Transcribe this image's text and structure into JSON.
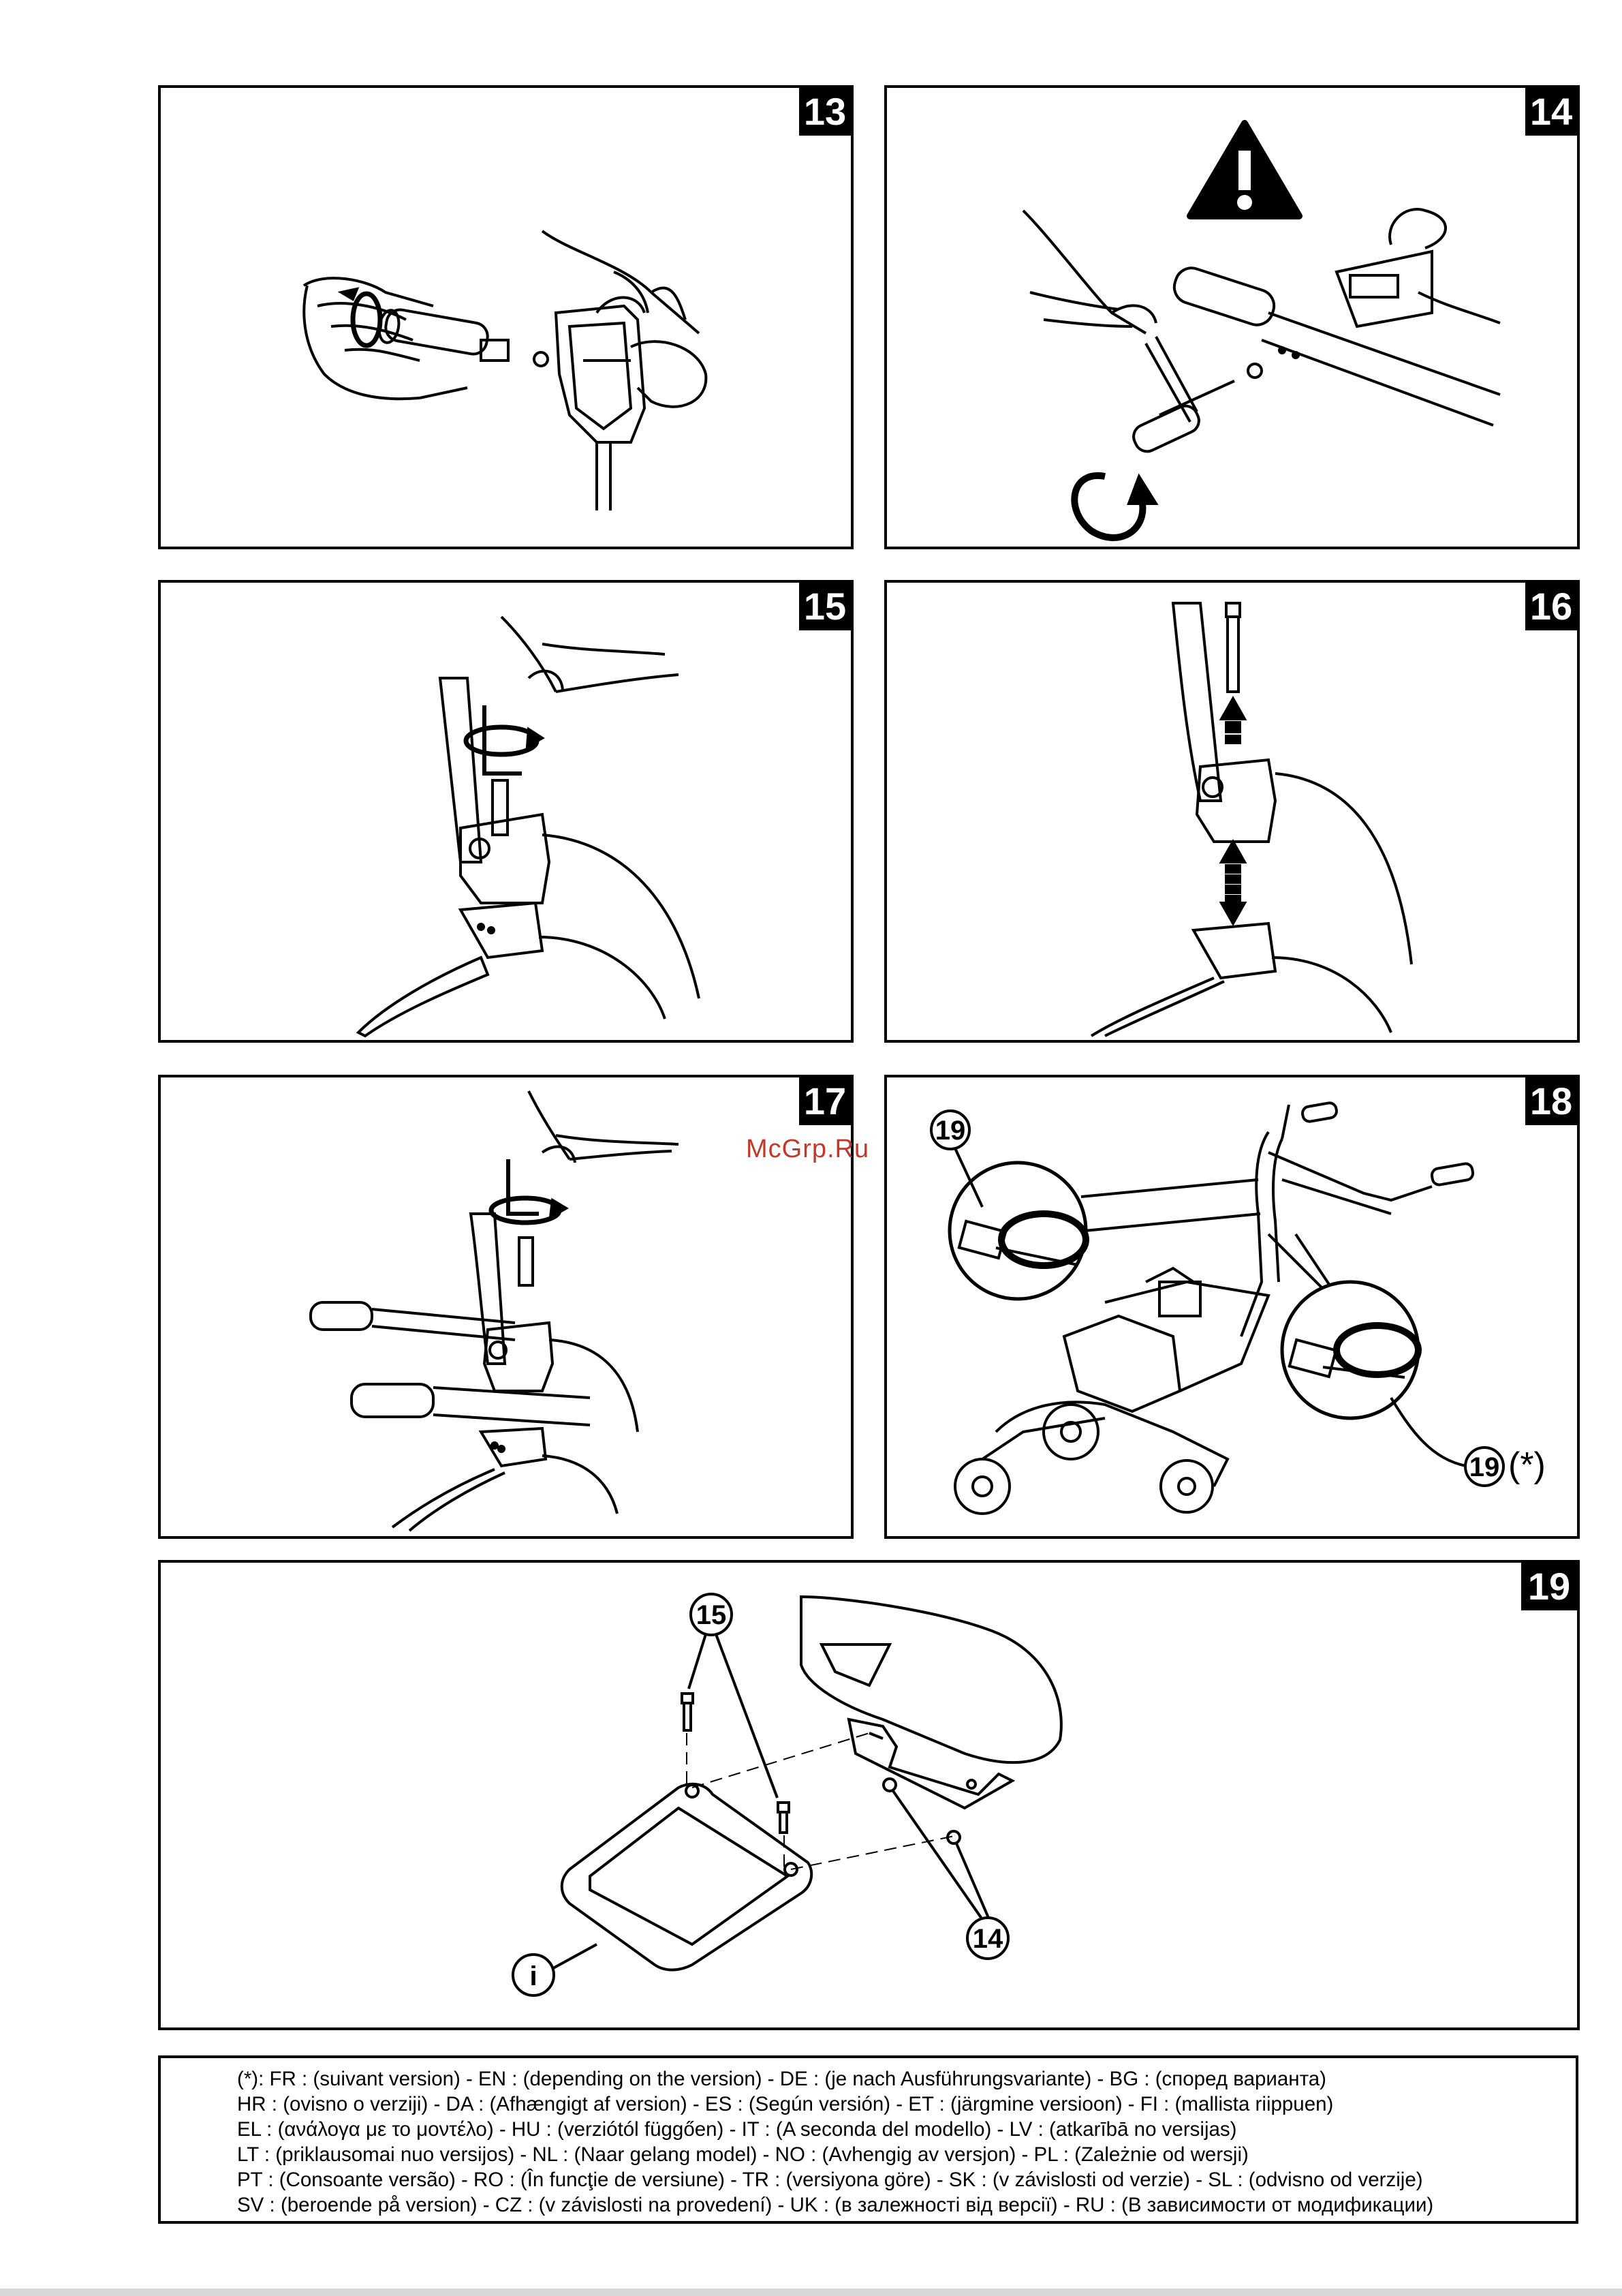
{
  "panels": [
    {
      "number": "13"
    },
    {
      "number": "14"
    },
    {
      "number": "15"
    },
    {
      "number": "16"
    },
    {
      "number": "17"
    },
    {
      "number": "18"
    },
    {
      "number": "19"
    }
  ],
  "callouts": {
    "panel18_left": "19",
    "panel18_right": "19",
    "panel18_asterisk": "(*)",
    "panel19_screws": "15",
    "panel19_washers": "14",
    "panel19_part": "i"
  },
  "watermark": "McGrp.Ru",
  "legend": {
    "lines": [
      "(*): FR : (suivant version) - EN : (depending on the version) - DE : (je nach Ausführungsvariante) - BG : (според варианта)",
      "HR : (ovisno o verziji) - DA : (Afhængigt af version) - ES : (Según versión) - ET : (järgmine versioon) - FI : (mallista riippuen)",
      "EL : (ανάλογα με το μοντέλο) - HU : (verziótól függően) - IT : (A seconda del modello) - LV : (atkarībā no versijas)",
      "LT : (priklausomai nuo versijos) - NL : (Naar gelang model) - NO : (Avhengig av versjon) - PL : (Zależnie od wersji)",
      "PT : (Consoante versão) - RO : (În funcţie de versiune) - TR : (versiyona göre) - SK : (v závislosti od verzie) - SL : (odvisno od verzije)",
      "SV : (beroende på version) - CZ : (v závislosti na provedení) - UK : (в залежності від версії) - RU : (В зависимости от модификации)"
    ]
  }
}
